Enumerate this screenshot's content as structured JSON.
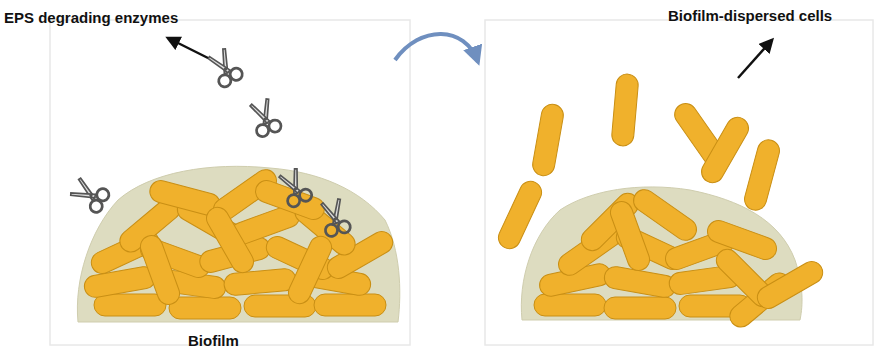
{
  "diagram": {
    "labels": [
      "EPS degrading enzymes",
      "Biofilm-dispersed cells",
      "Biofilm"
    ]
  }
}
